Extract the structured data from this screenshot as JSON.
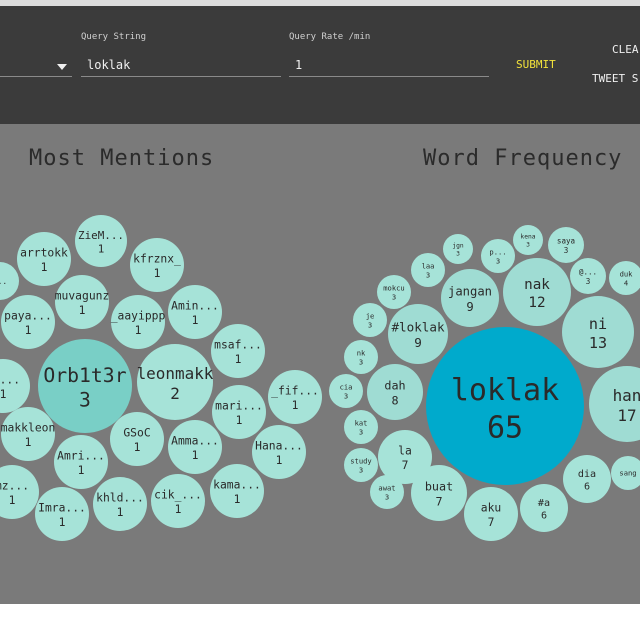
{
  "toolbar": {
    "query_string": {
      "label": "Query String",
      "value": "loklak"
    },
    "query_rate": {
      "label": "Query Rate /min",
      "value": "1"
    },
    "submit_label": "SUBMIT",
    "clear_label": "CLEA",
    "tweet_label": "TWEET S"
  },
  "panels": {
    "mentions_title": "Most Mentions",
    "words_title": "Word Frequency"
  },
  "colors": {
    "bubble_light": "#a6e3d8",
    "bubble_mid": "#79cfc6",
    "bubble_accent": "#00aacc",
    "background": "#7a7a7a",
    "toolbar": "#3b3b3b",
    "submit": "#f2e23a"
  },
  "mentions": [
    {
      "label": "arrtokk",
      "count": "1"
    },
    {
      "label": "ZieM...",
      "count": "1"
    },
    {
      "label": "kfrznx_",
      "count": "1"
    },
    {
      "label": "...",
      "count": ""
    },
    {
      "label": "muvagunz",
      "count": "1"
    },
    {
      "label": "_aayippp",
      "count": "1"
    },
    {
      "label": "Amin...",
      "count": "1"
    },
    {
      "label": "paya...",
      "count": "1"
    },
    {
      "label": "Orb1t3r",
      "count": "3"
    },
    {
      "label": "leonmakk",
      "count": "2"
    },
    {
      "label": "msaf...",
      "count": "1"
    },
    {
      "label": "le...",
      "count": "1"
    },
    {
      "label": "mari...",
      "count": "1"
    },
    {
      "label": "_fif...",
      "count": "1"
    },
    {
      "label": "makkleon",
      "count": "1"
    },
    {
      "label": "GSoC",
      "count": "1"
    },
    {
      "label": "Amma...",
      "count": "1"
    },
    {
      "label": "Amri...",
      "count": "1"
    },
    {
      "label": "Hana...",
      "count": "1"
    },
    {
      "label": "mz...",
      "count": "1"
    },
    {
      "label": "khld...",
      "count": "1"
    },
    {
      "label": "cik_...",
      "count": "1"
    },
    {
      "label": "kama...",
      "count": "1"
    },
    {
      "label": "Imra...",
      "count": "1"
    }
  ],
  "words": [
    {
      "label": "jgn",
      "count": "3"
    },
    {
      "label": "kena",
      "count": "3"
    },
    {
      "label": "p...",
      "count": "3"
    },
    {
      "label": "saya",
      "count": "3"
    },
    {
      "label": "laa",
      "count": "3"
    },
    {
      "label": "@...",
      "count": "3"
    },
    {
      "label": "duk",
      "count": "4"
    },
    {
      "label": "mokcu",
      "count": "3"
    },
    {
      "label": "jangan",
      "count": "9"
    },
    {
      "label": "nak",
      "count": "12"
    },
    {
      "label": "je",
      "count": "3"
    },
    {
      "label": "#loklak",
      "count": "9"
    },
    {
      "label": "ni",
      "count": "13"
    },
    {
      "label": "nk",
      "count": "3"
    },
    {
      "label": "dah",
      "count": "8"
    },
    {
      "label": "loklak",
      "count": "65"
    },
    {
      "label": "han",
      "count": "17"
    },
    {
      "label": "cia",
      "count": "3"
    },
    {
      "label": "kat",
      "count": "3"
    },
    {
      "label": "la",
      "count": "7"
    },
    {
      "label": "dia",
      "count": "6"
    },
    {
      "label": "sang",
      "count": ""
    },
    {
      "label": "study",
      "count": "3"
    },
    {
      "label": "awat",
      "count": "3"
    },
    {
      "label": "buat",
      "count": "7"
    },
    {
      "label": "#a",
      "count": "6"
    },
    {
      "label": "aku",
      "count": "7"
    }
  ]
}
